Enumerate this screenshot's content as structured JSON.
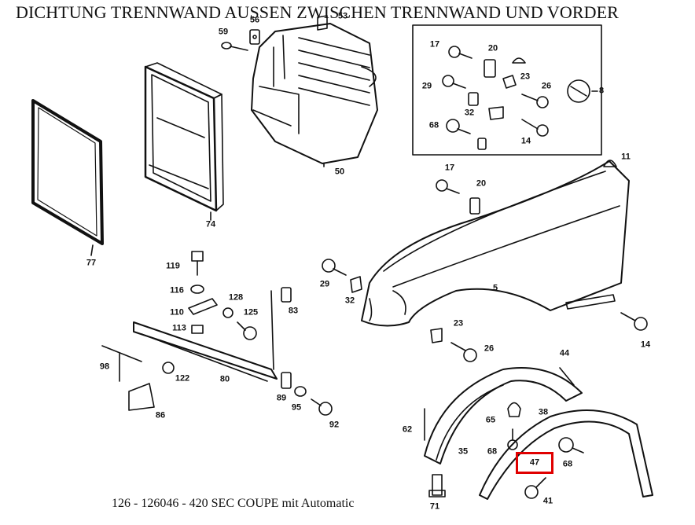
{
  "title": "DICHTUNG TRENNWAND AUSSEN ZWISCHEN TRENNWAND UND VORDER",
  "caption": "126 - 126046 - 420 SEC COUPE mit Automatic",
  "highlight": {
    "part": "47",
    "color": "#e00000"
  },
  "part_labels": {
    "p59": "59",
    "p56": "56",
    "p53": "53",
    "p50": "50",
    "p77": "77",
    "p74": "74",
    "p17a": "17",
    "p20a": "20",
    "p29a": "29",
    "p23a": "23",
    "p26a": "26",
    "p8": "8",
    "p68a": "68",
    "p32a": "32",
    "p14a": "14",
    "p11": "11",
    "p17b": "17",
    "p20b": "20",
    "p119": "119",
    "p116": "116",
    "p110": "110",
    "p113": "113",
    "p128": "128",
    "p125": "125",
    "p83": "83",
    "p29b": "29",
    "p32b": "32",
    "p5": "5",
    "p14b": "14",
    "p23b": "23",
    "p26b": "26",
    "p98": "98",
    "p122": "122",
    "p80": "80",
    "p86": "86",
    "p89": "89",
    "p95": "95",
    "p92": "92",
    "p44": "44",
    "p38": "38",
    "p65": "65",
    "p62": "62",
    "p35": "35",
    "p68b": "68",
    "p47": "47",
    "p68c": "68",
    "p71": "71",
    "p41": "41"
  }
}
